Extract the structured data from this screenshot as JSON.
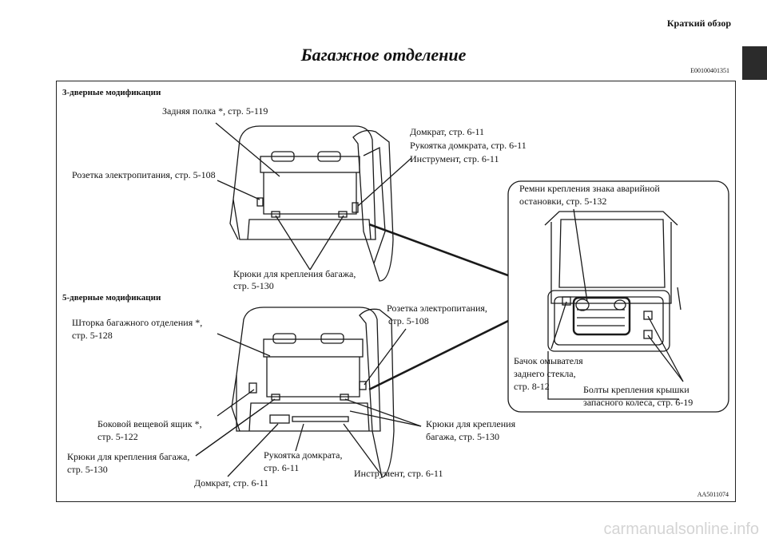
{
  "header": {
    "section": "Краткий обзор"
  },
  "page_title": "Багажное отделение",
  "page_code": "E00100401351",
  "figure_code": "AA5011074",
  "watermark": "carmanualsonline.info",
  "three_door": {
    "heading": "3-дверные модификации",
    "labels": {
      "shelf": "Задняя полка *, стр. 5-119",
      "jack": "Домкрат, стр. 6-11",
      "jack_handle": "Рукоятка домкрата, стр. 6-11",
      "tools": "Инструмент, стр. 6-11",
      "socket": "Розетка электропитания, стр. 5-108",
      "hooks_1": "Крюки для крепления багажа,",
      "hooks_2": "стр. 5-130"
    }
  },
  "five_door": {
    "heading": "5-дверные модификации",
    "labels": {
      "blind_1": "Шторка багажного отделения *,",
      "blind_2": "стр. 5-128",
      "socket_1": "Розетка электропитания,",
      "socket_2": "стр. 5-108",
      "sidebox_1": "Боковой вещевой ящик *,",
      "sidebox_2": "стр. 5-122",
      "hooks_left_1": "Крюки для крепления багажа,",
      "hooks_left_2": "стр. 5-130",
      "hooks_right_1": "Крюки для крепления",
      "hooks_right_2": "багажа,  стр. 5-130",
      "jack_handle_1": "Рукоятка домкрата,",
      "jack_handle_2": "стр. 6-11",
      "jack": "Домкрат, стр. 6-11",
      "tools": "Инструмент, стр. 6-11"
    }
  },
  "detail": {
    "straps_1": "Ремни крепления знака аварийной",
    "straps_2": "остановки, стр. 5-132",
    "washer_1": "Бачок омывателя",
    "washer_2": "заднего стекла,",
    "washer_3": "стр. 8-12",
    "bolts_1": "Болты крепления крышки",
    "bolts_2": "запасного колеса, стр. 6-19"
  }
}
